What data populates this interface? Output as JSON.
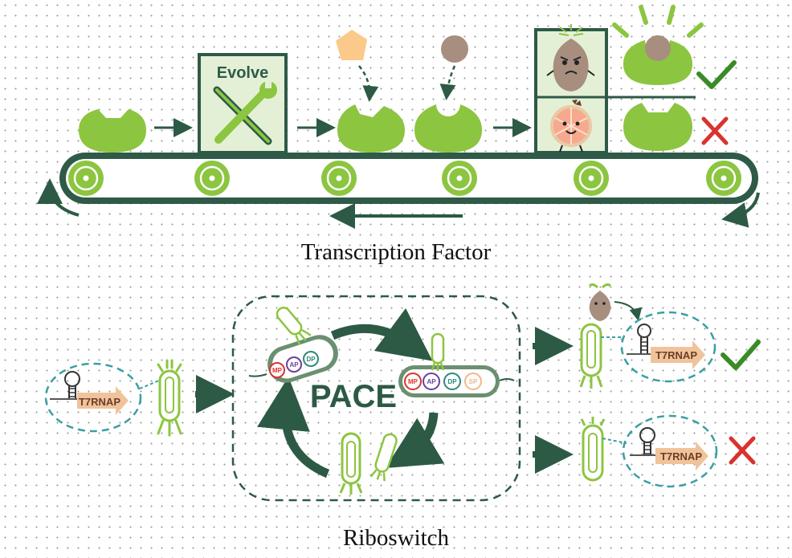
{
  "top_section": {
    "evolve_label": "Evolve",
    "caption": "Transcription Factor"
  },
  "bottom_section": {
    "pace_label": "PACE",
    "plasmid_labels": [
      "MP",
      "AP",
      "DP",
      "SP"
    ],
    "gene_label": "T7RNAP",
    "caption": "Riboswitch"
  },
  "colors": {
    "protein_green": "#8cc540",
    "dark_green": "#2d5a45",
    "belt_dark": "#2e5a47",
    "evolve_panel": "#e4f0d6",
    "ligand_orange": "#fbc98a",
    "ligand_brown": "#a78e7e",
    "check_green": "#3a8b28",
    "cross_red": "#d9332f",
    "dashed_teal": "#3a9fa4",
    "arrow_tan": "#f1c39a"
  }
}
